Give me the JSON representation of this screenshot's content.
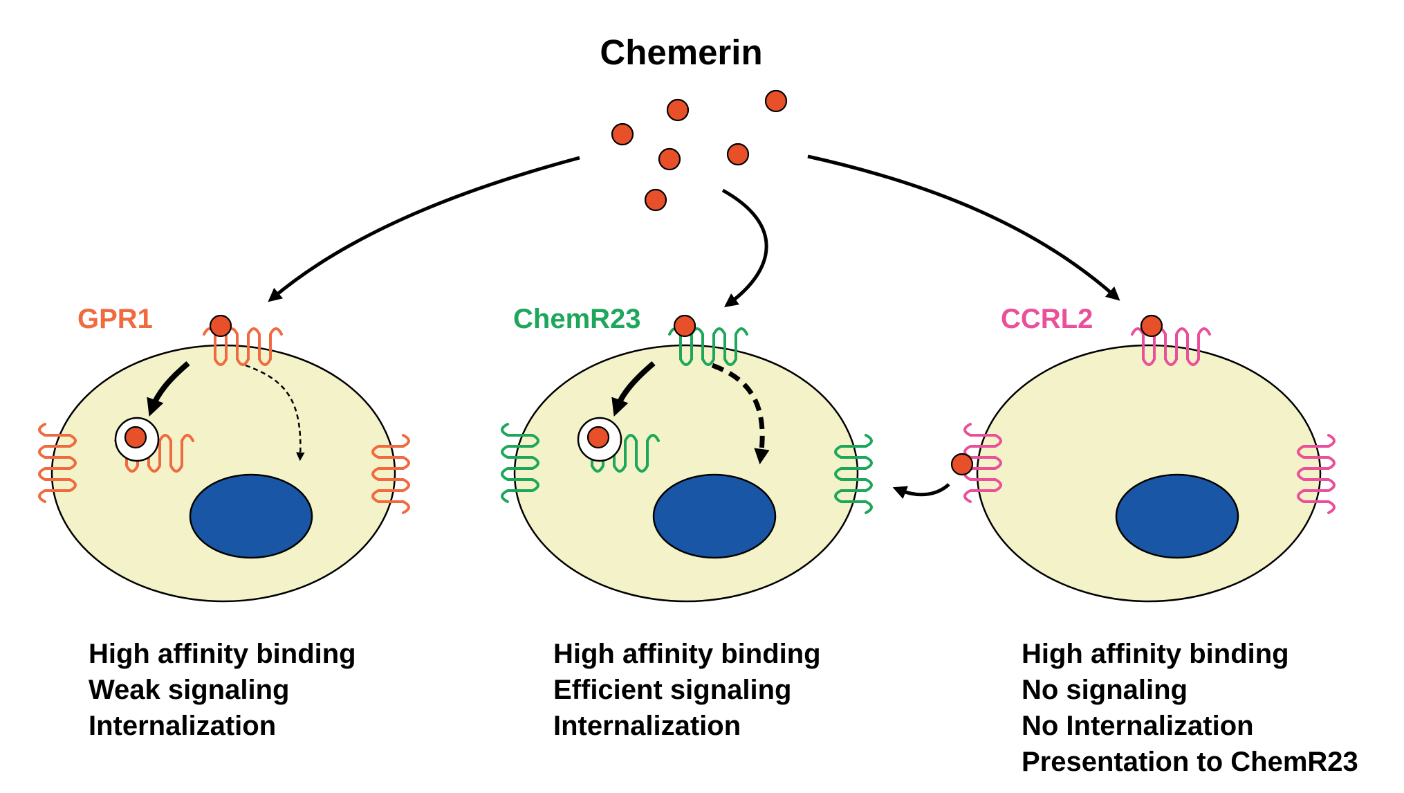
{
  "title": "Chemerin",
  "colors": {
    "ligand": "#e8502a",
    "cytoplasm": "#f3f2c9",
    "nucleus": "#1957a6",
    "gpr1": "#f06a3f",
    "chemr23": "#1ea65a",
    "ccrl2": "#ea4f99"
  },
  "cells": [
    {
      "receptor": "GPR1",
      "color": "#f06a3f",
      "properties": [
        "High affinity binding",
        "Weak signaling",
        "Internalization"
      ]
    },
    {
      "receptor": "ChemR23",
      "color": "#1ea65a",
      "properties": [
        "High affinity binding",
        "Efficient signaling",
        "Internalization"
      ]
    },
    {
      "receptor": "CCRL2",
      "color": "#ea4f99",
      "properties": [
        "High affinity binding",
        "No signaling",
        "No Internalization",
        "Presentation to ChemR23"
      ]
    }
  ]
}
